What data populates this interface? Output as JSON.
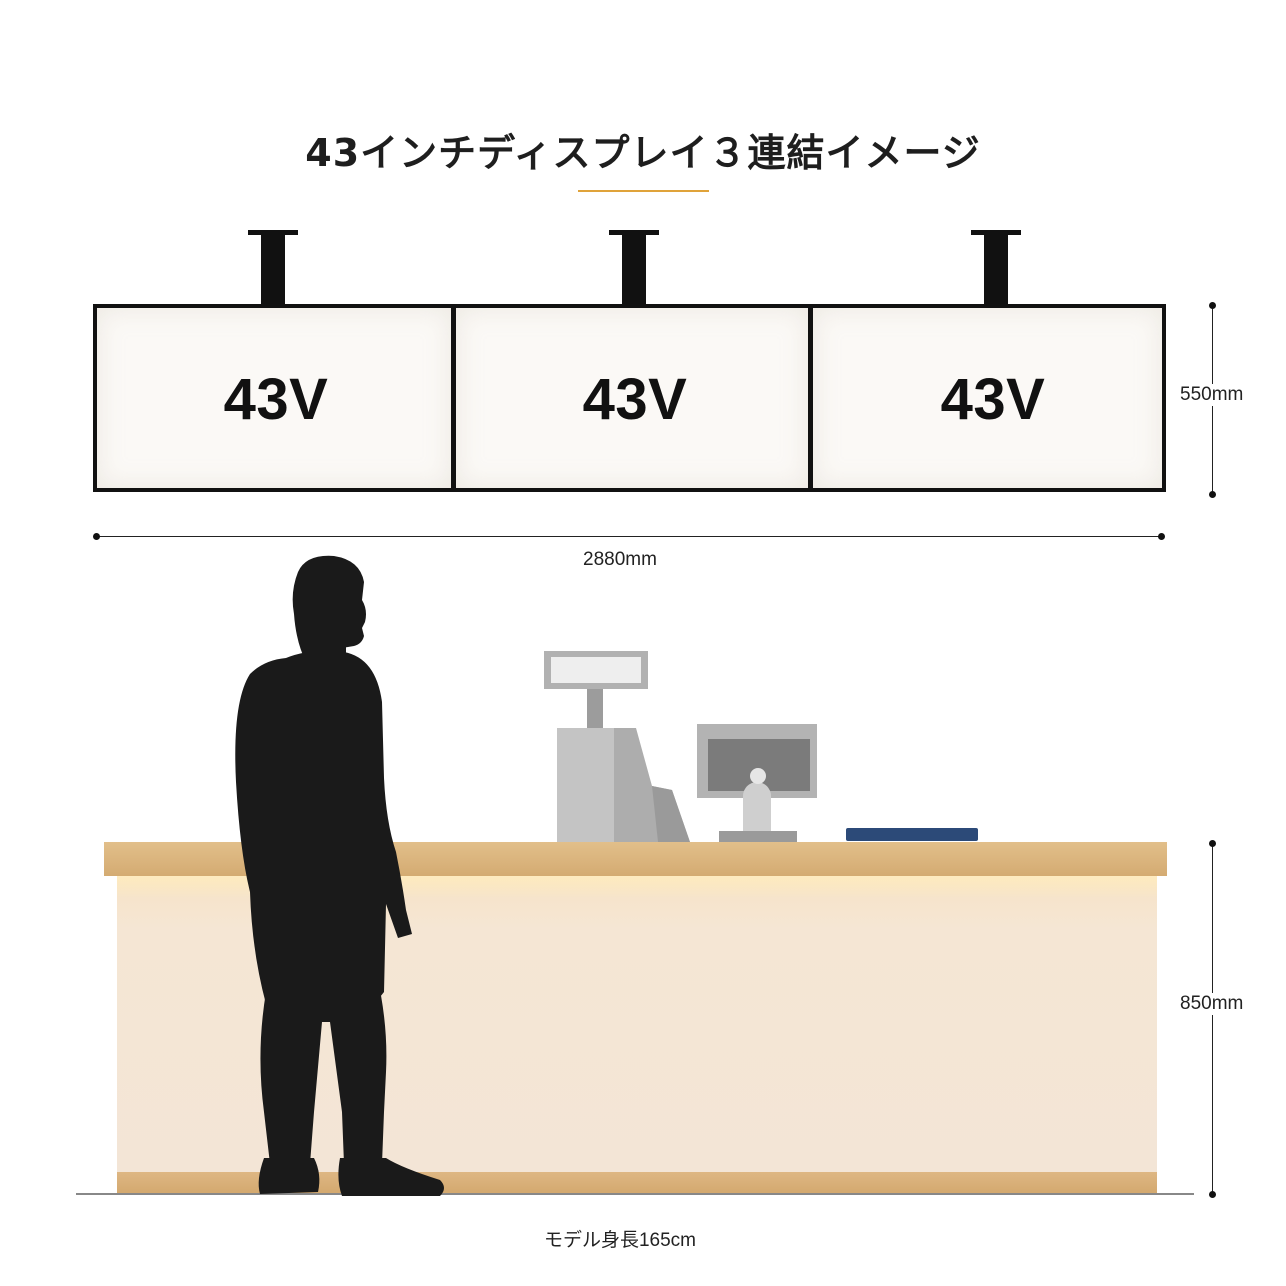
{
  "title": "43インチディスプレイ３連結イメージ",
  "colors": {
    "accent_rule": "#e0a33a",
    "display_frame": "#111111",
    "display_face": "#fbf9f6",
    "counter_wood": "#d4ab72",
    "counter_panel": "#f3e5d6",
    "silhouette": "#1a1a1a"
  },
  "displays": [
    {
      "label": "43V"
    },
    {
      "label": "43V"
    },
    {
      "label": "43V"
    }
  ],
  "dimensions": {
    "display_height": "550mm",
    "total_width": "2880mm",
    "counter_height": "850mm"
  },
  "caption": "モデル身長165cm",
  "icons": [
    "person-silhouette-icon",
    "cash-register-icon",
    "pos-monitor-icon",
    "tray-icon"
  ]
}
